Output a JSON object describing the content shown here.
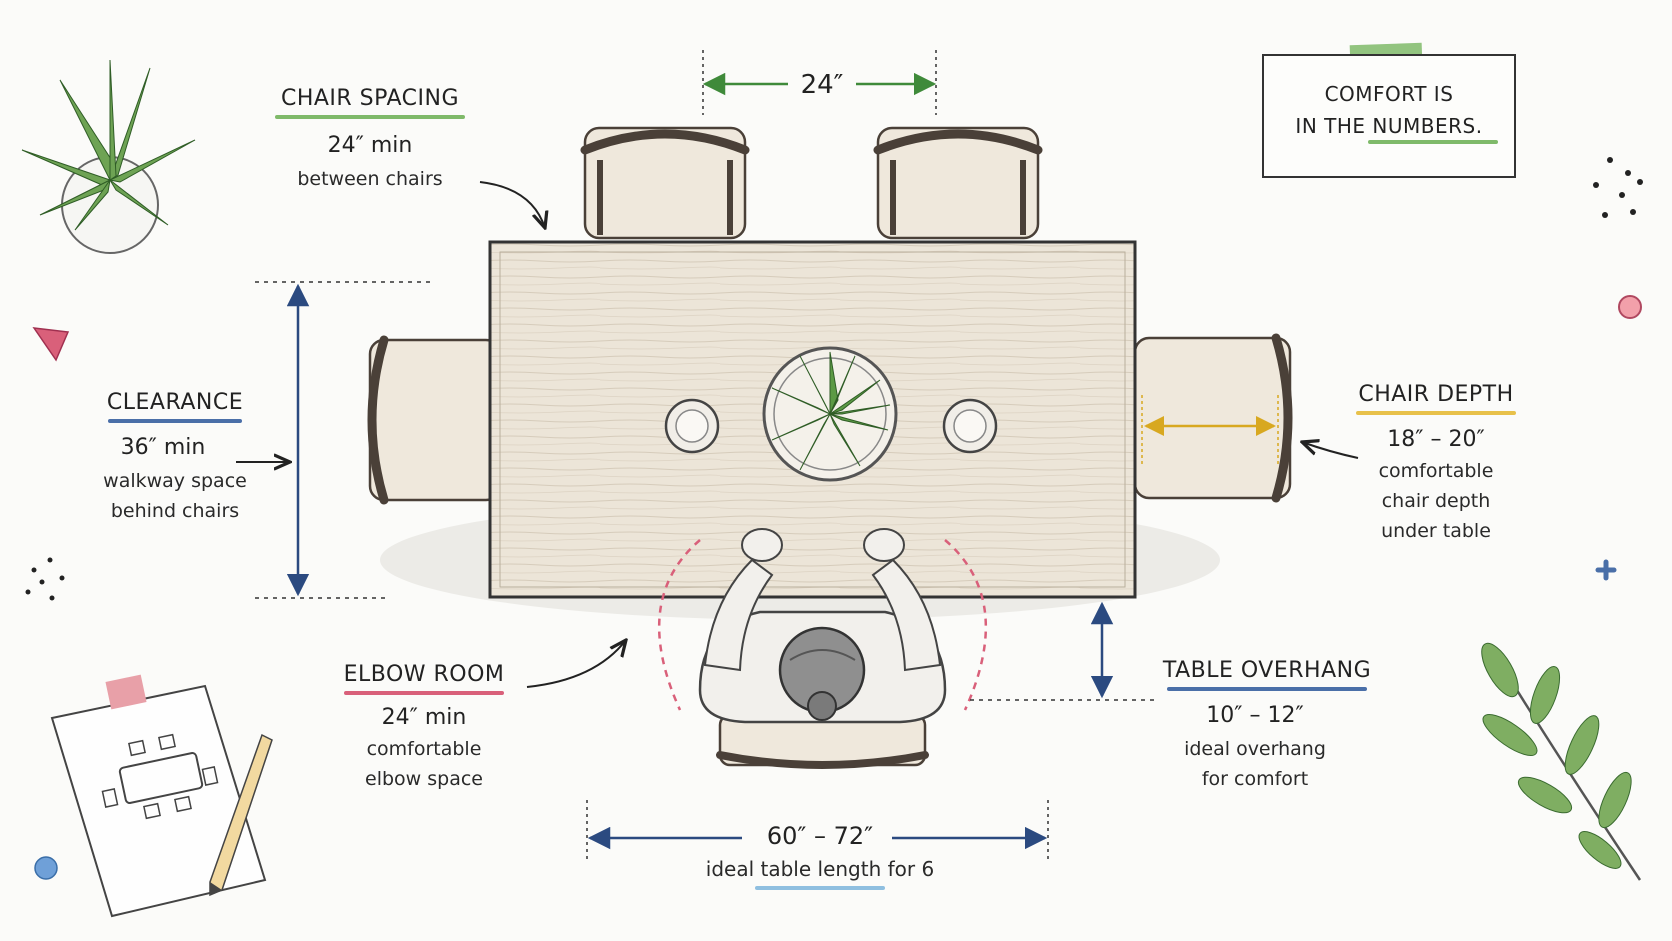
{
  "chair_spacing": {
    "title": "CHAIR SPACING",
    "value": "24″ min",
    "desc": "between chairs"
  },
  "top_dimension": {
    "value": "24″"
  },
  "clearance": {
    "title": "CLEARANCE",
    "value": "36″ min",
    "desc_line1": "walkway space",
    "desc_line2": "behind chairs"
  },
  "chair_depth": {
    "title": "CHAIR DEPTH",
    "value": "18″ – 20″",
    "desc_line1": "comfortable",
    "desc_line2": "chair depth",
    "desc_line3": "under table"
  },
  "elbow_room": {
    "title": "ELBOW ROOM",
    "value": "24″ min",
    "desc_line1": "comfortable",
    "desc_line2": "elbow space"
  },
  "table_overhang": {
    "title": "TABLE OVERHANG",
    "value": "10″ – 12″",
    "desc_line1": "ideal overhang",
    "desc_line2": "for comfort"
  },
  "table_length": {
    "value": "60″ – 72″",
    "desc": "ideal table length for 6"
  },
  "quote": {
    "line1": "COMFORT IS",
    "line2": "IN THE NUMBERS."
  },
  "colors": {
    "green": "#7fba6a",
    "blue": "#4a6fa8",
    "yellow": "#e8c14a",
    "pink": "#d9607a",
    "lightblue": "#8fbfe0",
    "navy": "#2b4a80",
    "wood": "#ece5d8",
    "chair": "#efe8dc"
  },
  "icons": [
    "potted-plant-icon",
    "leaf-branch-icon",
    "floor-plan-sketch-icon",
    "pencil-icon",
    "centerpiece-plant-icon",
    "candle-icon",
    "seated-person-icon"
  ]
}
